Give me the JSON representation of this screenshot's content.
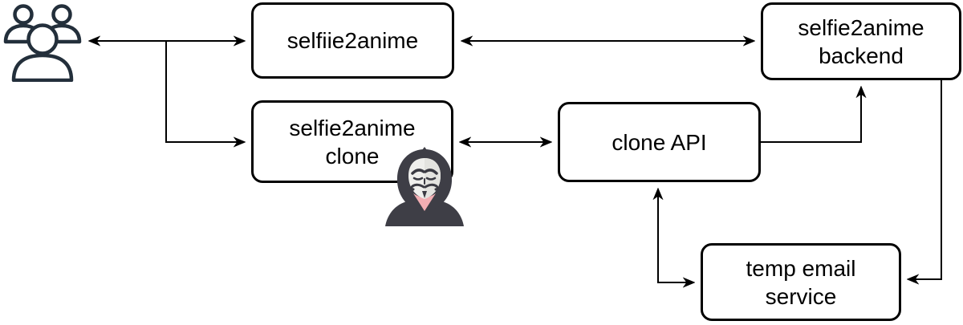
{
  "diagram": {
    "background": "#ffffff",
    "colors": {
      "node_fill": "#ffffff",
      "node_border": "#000000",
      "arrow": "#000000",
      "text": "#000000",
      "users_icon": "#232f3b",
      "hacker_hood": "#3e3e46",
      "hacker_mask": "#efefec",
      "hacker_mask_shade": "#e3e3df",
      "hacker_features": "#3a3a42",
      "hacker_collar": "#f3aeb3"
    },
    "nodes": [
      {
        "id": "users",
        "label": "",
        "icon": "users-icon"
      },
      {
        "id": "selfiie2anime",
        "label": "selfiie2anime"
      },
      {
        "id": "selfie2anime-backend",
        "label": "selfie2anime backend"
      },
      {
        "id": "selfie2anime-clone",
        "label": "selfie2anime clone",
        "icon": "anonymous-hacker-icon"
      },
      {
        "id": "clone-api",
        "label": "clone API"
      },
      {
        "id": "temp-email-service",
        "label": "temp email service"
      }
    ],
    "edges": [
      {
        "from": "users",
        "to": "selfiie2anime",
        "direction": "bidirectional"
      },
      {
        "from": "users",
        "to": "selfie2anime-clone",
        "direction": "forward"
      },
      {
        "from": "selfiie2anime",
        "to": "selfie2anime-backend",
        "direction": "bidirectional"
      },
      {
        "from": "selfie2anime-clone",
        "to": "clone-api",
        "direction": "bidirectional"
      },
      {
        "from": "clone-api",
        "to": "selfie2anime-backend",
        "direction": "forward"
      },
      {
        "from": "clone-api",
        "to": "temp-email-service",
        "direction": "bidirectional"
      },
      {
        "from": "selfie2anime-backend",
        "to": "temp-email-service",
        "direction": "forward"
      }
    ]
  }
}
